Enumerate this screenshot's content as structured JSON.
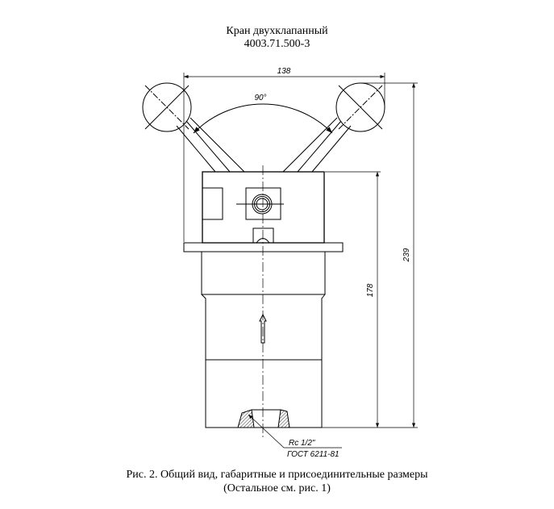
{
  "title": {
    "line1": "Кран двухклапанный",
    "line2": "4003.71.500-3"
  },
  "dimensions": {
    "width": "138",
    "angle": "90°",
    "body_height": "178",
    "total_height": "239"
  },
  "thread_note": {
    "thread": "Rc 1/2\"",
    "standard": "ГОСТ 6211-81"
  },
  "caption": {
    "line1": "Рис. 2. Общий вид, габаритные и присоединительные размеры",
    "line2": "(Остальное см. рис. 1)"
  }
}
